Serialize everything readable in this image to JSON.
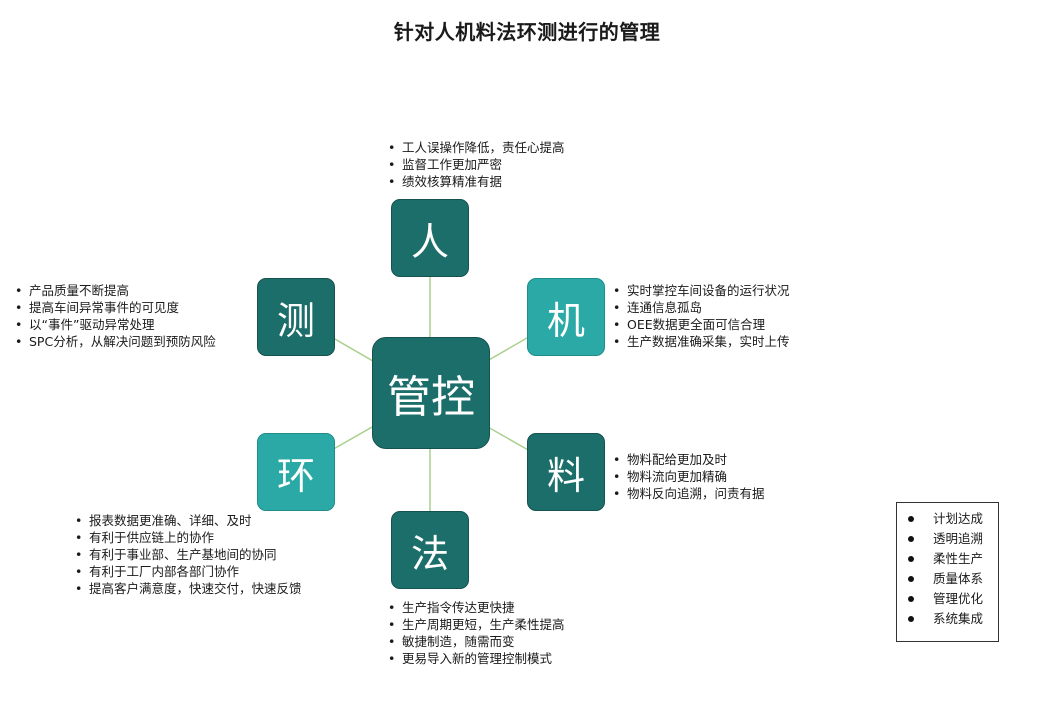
{
  "title": "针对人机料法环测进行的管理",
  "center": {
    "label": "管控"
  },
  "nodes": {
    "ren": {
      "label": "人"
    },
    "ji": {
      "label": "机"
    },
    "liao": {
      "label": "料"
    },
    "fa": {
      "label": "法"
    },
    "huan": {
      "label": "环"
    },
    "ce": {
      "label": "测"
    }
  },
  "bullets": {
    "ren": [
      "工人误操作降低，责任心提高",
      "监督工作更加严密",
      "绩效核算精准有据"
    ],
    "ji": [
      "实时掌控车间设备的运行状况",
      "连通信息孤岛",
      "OEE数据更全面可信合理",
      "生产数据准确采集，实时上传"
    ],
    "liao": [
      "物料配给更加及时",
      "物料流向更加精确",
      "物料反向追溯，问责有据"
    ],
    "fa": [
      "生产指令传达更快捷",
      "生产周期更短，生产柔性提高",
      "敏捷制造，随需而变",
      "更易导入新的管理控制模式"
    ],
    "huan": [
      "报表数据更准确、详细、及时",
      "有利于供应链上的协作",
      "有利于事业部、生产基地间的协同",
      "有利于工厂内部各部门协作",
      "提高客户满意度，快速交付，快速反馈"
    ],
    "ce": [
      "产品质量不断提高",
      "提高车间异常事件的可见度",
      "以“事件”驱动异常处理",
      "SPC分析，从解决问题到预防风险"
    ]
  },
  "legend": [
    "计划达成",
    "透明追溯",
    "柔性生产",
    "质量体系",
    "管理优化",
    "系统集成"
  ],
  "colors": {
    "dark_teal": "#1c6e6a",
    "light_teal": "#2aa9a6",
    "connector": "#a8d08d"
  }
}
